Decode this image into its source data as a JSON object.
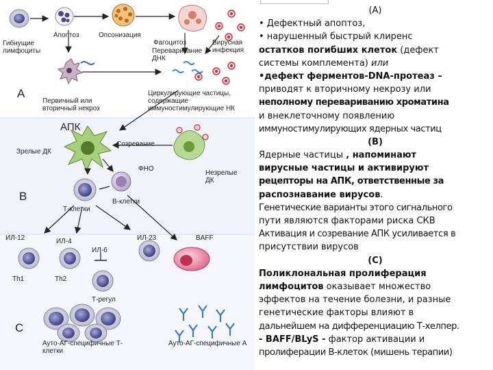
{
  "diagram": {
    "section_a": {
      "letter": "A",
      "dying_lymphocytes": "Гибнущие лимфоциты",
      "apoptosis": "Апоптоз",
      "opsonization": "Опсонизация",
      "phagocytosis": "Фагоцитоз",
      "viral_infection": "Вирусная инфекция",
      "dna_digestion": "Переваривание ДНК",
      "necrosis": "Первичный или вторичный некроз",
      "circulating_particles": "Циркулирующие частицы, содержащие иммуностимулирующие НК"
    },
    "section_b": {
      "letter": "B",
      "apc": "АПК",
      "mature_dc": "Зрелые ДК",
      "maturation": "Созревание",
      "tnf": "ФНО",
      "immature_dc": "Незрелые ДК",
      "t_cells": "Т-клетки",
      "b_cells": "В-клетки"
    },
    "section_c": {
      "letter": "C",
      "il12": "ИЛ-12",
      "il4": "ИЛ-4",
      "il6": "ИЛ-6",
      "il23": "ИЛ-23",
      "baff": "BAFF",
      "th1": "Th1",
      "th2": "Th2",
      "treg": "Т-регул",
      "auto_t": "Ауто-АГ-специфичные Т-клетки",
      "auto_partial": "Ауто-АГ-специфичные А"
    }
  },
  "text_panel": {
    "a_header": "(A)",
    "a_l1": "• Дефектный апоптоз,",
    "a_l2": "• нарушенный быстрый клиренс",
    "a_l3_bold": "остатков погибших клеток",
    "a_l3_rest": " (дефект",
    "a_l4": "системы комплемента) ",
    "a_l4_or": "или",
    "a_l5": "•дефект ферментов-DNA-протеаз –",
    "a_l6": "приводят к вторичному некрозу или",
    "a_l7": "неполному перевариванию хроматина",
    "a_l8": "и внеклеточному появлению",
    "a_l9": "иммуностимулирующих ядерных частиц",
    "b_header": "(B)",
    "b_l1a": "Ядерные частицы ",
    "b_l1b": ", напоминают",
    "b_l2": "вирусные частицы и активируют",
    "b_l3": "рецепторы на АПК, ответственные за",
    "b_l4": "распознавание вирусов",
    "b_l4_end": ".",
    "b_l5": "Генетические варианты этого сигнального",
    "b_l6": "пути являются факторами риска  СКВ",
    "b_l7": "Активация и созревание АПК усиливается в",
    "b_l8": "присутствии вирусов",
    "c_header": "(C)",
    "c_l1": "Поликлональная  пролиферация",
    "c_l2_bold": "лимфоцитов",
    "c_l2_rest": " оказывает множество",
    "c_l3": "эффектов на течение болезни, и разные",
    "c_l4": "генетические факторы влияют в",
    "c_l5": "дальнейшем на дифференциацию Т-хелпер.",
    "c_l6_bold": "- BAFF/BLyS -",
    "c_l6_rest": " фактор активации и",
    "c_l7": "пролиферации В-клеток (мишень терапии)"
  }
}
